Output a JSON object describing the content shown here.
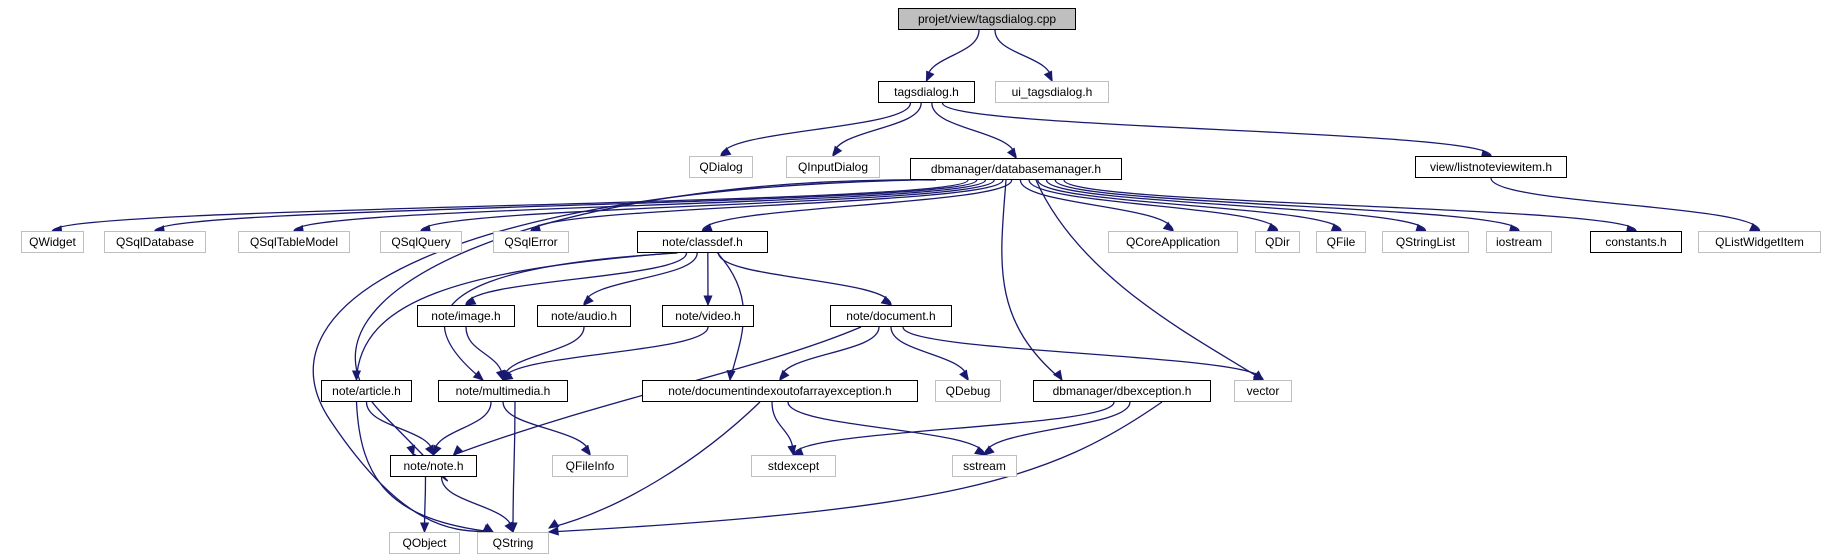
{
  "diagram": {
    "nodes": [
      {
        "id": "root",
        "label": "projet/view/tagsdialog.cpp",
        "kind": "root"
      },
      {
        "id": "tagsdialog",
        "label": "tagsdialog.h",
        "kind": "internal"
      },
      {
        "id": "ui_tagsdialog",
        "label": "ui_tagsdialog.h",
        "kind": "external"
      },
      {
        "id": "qdialog",
        "label": "QDialog",
        "kind": "external"
      },
      {
        "id": "qinputdialog",
        "label": "QInputDialog",
        "kind": "external"
      },
      {
        "id": "databasemanager",
        "label": "dbmanager/databasemanager.h",
        "kind": "internal"
      },
      {
        "id": "listnoteviewitem",
        "label": "view/listnoteviewitem.h",
        "kind": "internal"
      },
      {
        "id": "qwidget",
        "label": "QWidget",
        "kind": "external"
      },
      {
        "id": "qsqldatabase",
        "label": "QSqlDatabase",
        "kind": "external"
      },
      {
        "id": "qsqltablemodel",
        "label": "QSqlTableModel",
        "kind": "external"
      },
      {
        "id": "qsqlquery",
        "label": "QSqlQuery",
        "kind": "external"
      },
      {
        "id": "qsqlerror",
        "label": "QSqlError",
        "kind": "external"
      },
      {
        "id": "classdef",
        "label": "note/classdef.h",
        "kind": "internal"
      },
      {
        "id": "qcoreapplication",
        "label": "QCoreApplication",
        "kind": "external"
      },
      {
        "id": "qdir",
        "label": "QDir",
        "kind": "external"
      },
      {
        "id": "qfile",
        "label": "QFile",
        "kind": "external"
      },
      {
        "id": "qstringlist",
        "label": "QStringList",
        "kind": "external"
      },
      {
        "id": "iostream",
        "label": "iostream",
        "kind": "external"
      },
      {
        "id": "constants",
        "label": "constants.h",
        "kind": "internal"
      },
      {
        "id": "qlistwidgetitem",
        "label": "QListWidgetItem",
        "kind": "external"
      },
      {
        "id": "image",
        "label": "note/image.h",
        "kind": "internal"
      },
      {
        "id": "audio",
        "label": "note/audio.h",
        "kind": "internal"
      },
      {
        "id": "video",
        "label": "note/video.h",
        "kind": "internal"
      },
      {
        "id": "document",
        "label": "note/document.h",
        "kind": "internal"
      },
      {
        "id": "article",
        "label": "note/article.h",
        "kind": "internal"
      },
      {
        "id": "multimedia",
        "label": "note/multimedia.h",
        "kind": "internal"
      },
      {
        "id": "docexc",
        "label": "note/documentindexoutofarrayexception.h",
        "kind": "internal"
      },
      {
        "id": "qdebug",
        "label": "QDebug",
        "kind": "external"
      },
      {
        "id": "dbexception",
        "label": "dbmanager/dbexception.h",
        "kind": "internal"
      },
      {
        "id": "vector",
        "label": "vector",
        "kind": "external"
      },
      {
        "id": "note",
        "label": "note/note.h",
        "kind": "internal"
      },
      {
        "id": "qfileinfo",
        "label": "QFileInfo",
        "kind": "external"
      },
      {
        "id": "stdexcept",
        "label": "stdexcept",
        "kind": "external"
      },
      {
        "id": "sstream",
        "label": "sstream",
        "kind": "external"
      },
      {
        "id": "qobject",
        "label": "QObject",
        "kind": "external"
      },
      {
        "id": "qstring",
        "label": "QString",
        "kind": "external"
      }
    ],
    "edges": [
      [
        "root",
        "tagsdialog"
      ],
      [
        "root",
        "ui_tagsdialog"
      ],
      [
        "tagsdialog",
        "qdialog"
      ],
      [
        "tagsdialog",
        "qinputdialog"
      ],
      [
        "tagsdialog",
        "databasemanager"
      ],
      [
        "tagsdialog",
        "listnoteviewitem"
      ],
      [
        "listnoteviewitem",
        "qlistwidgetitem"
      ],
      [
        "databasemanager",
        "qwidget"
      ],
      [
        "databasemanager",
        "qsqldatabase"
      ],
      [
        "databasemanager",
        "qsqltablemodel"
      ],
      [
        "databasemanager",
        "qsqlquery"
      ],
      [
        "databasemanager",
        "qsqlerror"
      ],
      [
        "databasemanager",
        "classdef"
      ],
      [
        "databasemanager",
        "qcoreapplication"
      ],
      [
        "databasemanager",
        "qdir"
      ],
      [
        "databasemanager",
        "qfile"
      ],
      [
        "databasemanager",
        "qstringlist"
      ],
      [
        "databasemanager",
        "iostream"
      ],
      [
        "databasemanager",
        "constants"
      ],
      [
        "databasemanager",
        "dbexception"
      ],
      [
        "databasemanager",
        "vector"
      ],
      [
        "databasemanager",
        "note"
      ],
      [
        "databasemanager",
        "qstring"
      ],
      [
        "classdef",
        "image"
      ],
      [
        "classdef",
        "audio"
      ],
      [
        "classdef",
        "video"
      ],
      [
        "classdef",
        "document"
      ],
      [
        "classdef",
        "article"
      ],
      [
        "classdef",
        "multimedia"
      ],
      [
        "classdef",
        "docexc"
      ],
      [
        "image",
        "multimedia"
      ],
      [
        "audio",
        "multimedia"
      ],
      [
        "video",
        "multimedia"
      ],
      [
        "document",
        "docexc"
      ],
      [
        "document",
        "qdebug"
      ],
      [
        "document",
        "vector"
      ],
      [
        "document",
        "note"
      ],
      [
        "article",
        "note"
      ],
      [
        "article",
        "qstring"
      ],
      [
        "multimedia",
        "note"
      ],
      [
        "multimedia",
        "qfileinfo"
      ],
      [
        "multimedia",
        "qstring"
      ],
      [
        "docexc",
        "stdexcept"
      ],
      [
        "docexc",
        "sstream"
      ],
      [
        "docexc",
        "qstring"
      ],
      [
        "dbexception",
        "stdexcept"
      ],
      [
        "dbexception",
        "sstream"
      ],
      [
        "dbexception",
        "qstring"
      ],
      [
        "note",
        "qobject"
      ],
      [
        "note",
        "qstring"
      ]
    ]
  }
}
